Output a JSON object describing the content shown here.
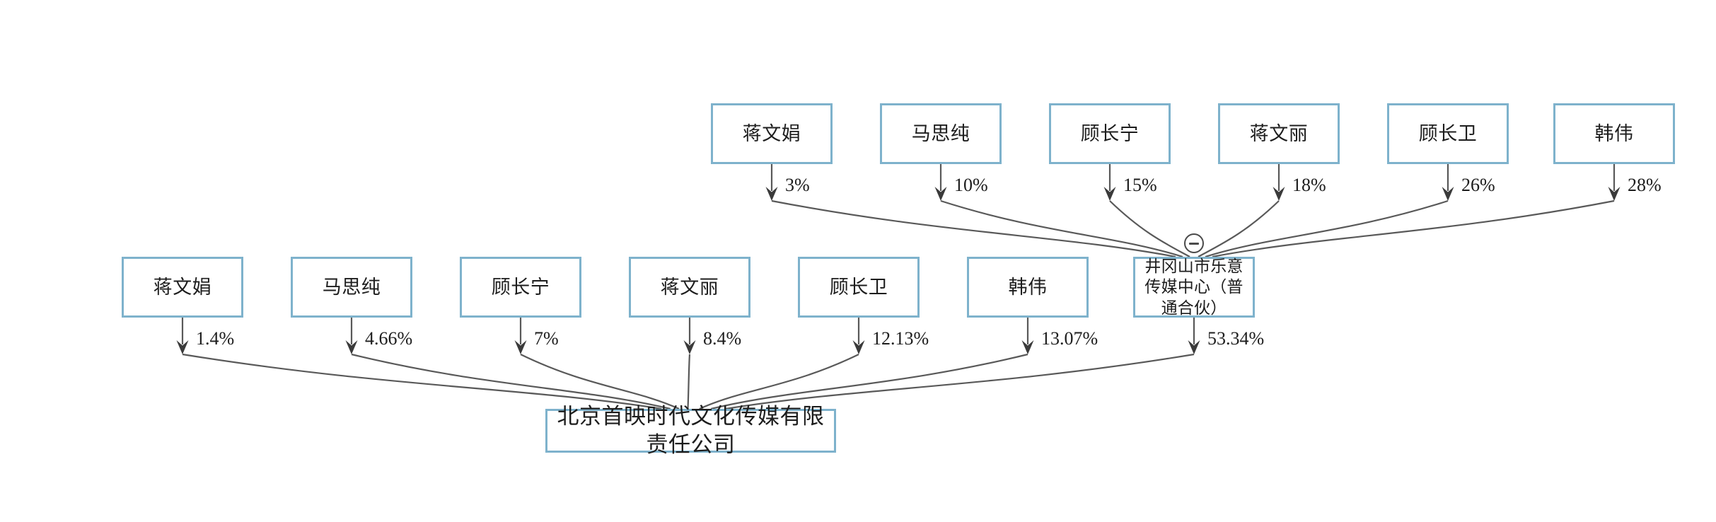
{
  "diagram": {
    "type": "ownership-structure",
    "title": "北京首映时代文化传媒有限责任公司 股权结构",
    "colors": {
      "node_border": "#7EB2CC",
      "node_fill": "#FFFFFF",
      "edge": "#595959",
      "text": "#1D1D1D",
      "canvas": "#FFFFFF"
    }
  },
  "target": {
    "id": "company",
    "label": "北京首映时代文化传媒有限责任公司"
  },
  "partnership": {
    "id": "partnership",
    "label": "井冈山市乐意传媒中心（普通合伙）",
    "collapse_icon": "minus-circle-icon",
    "stake_in_company": "53.34%"
  },
  "upper_holders": [
    {
      "id": "u1",
      "label": "蒋文娟",
      "percent": "3%"
    },
    {
      "id": "u2",
      "label": "马思纯",
      "percent": "10%"
    },
    {
      "id": "u3",
      "label": "顾长宁",
      "percent": "15%"
    },
    {
      "id": "u4",
      "label": "蒋文丽",
      "percent": "18%"
    },
    {
      "id": "u5",
      "label": "顾长卫",
      "percent": "26%"
    },
    {
      "id": "u6",
      "label": "韩伟",
      "percent": "28%"
    }
  ],
  "direct_holders": [
    {
      "id": "d1",
      "label": "蒋文娟",
      "percent": "1.4%"
    },
    {
      "id": "d2",
      "label": "马思纯",
      "percent": "4.66%"
    },
    {
      "id": "d3",
      "label": "顾长宁",
      "percent": "7%"
    },
    {
      "id": "d4",
      "label": "蒋文丽",
      "percent": "8.4%"
    },
    {
      "id": "d5",
      "label": "顾长卫",
      "percent": "12.13%"
    },
    {
      "id": "d6",
      "label": "韩伟",
      "percent": "13.07%"
    }
  ]
}
